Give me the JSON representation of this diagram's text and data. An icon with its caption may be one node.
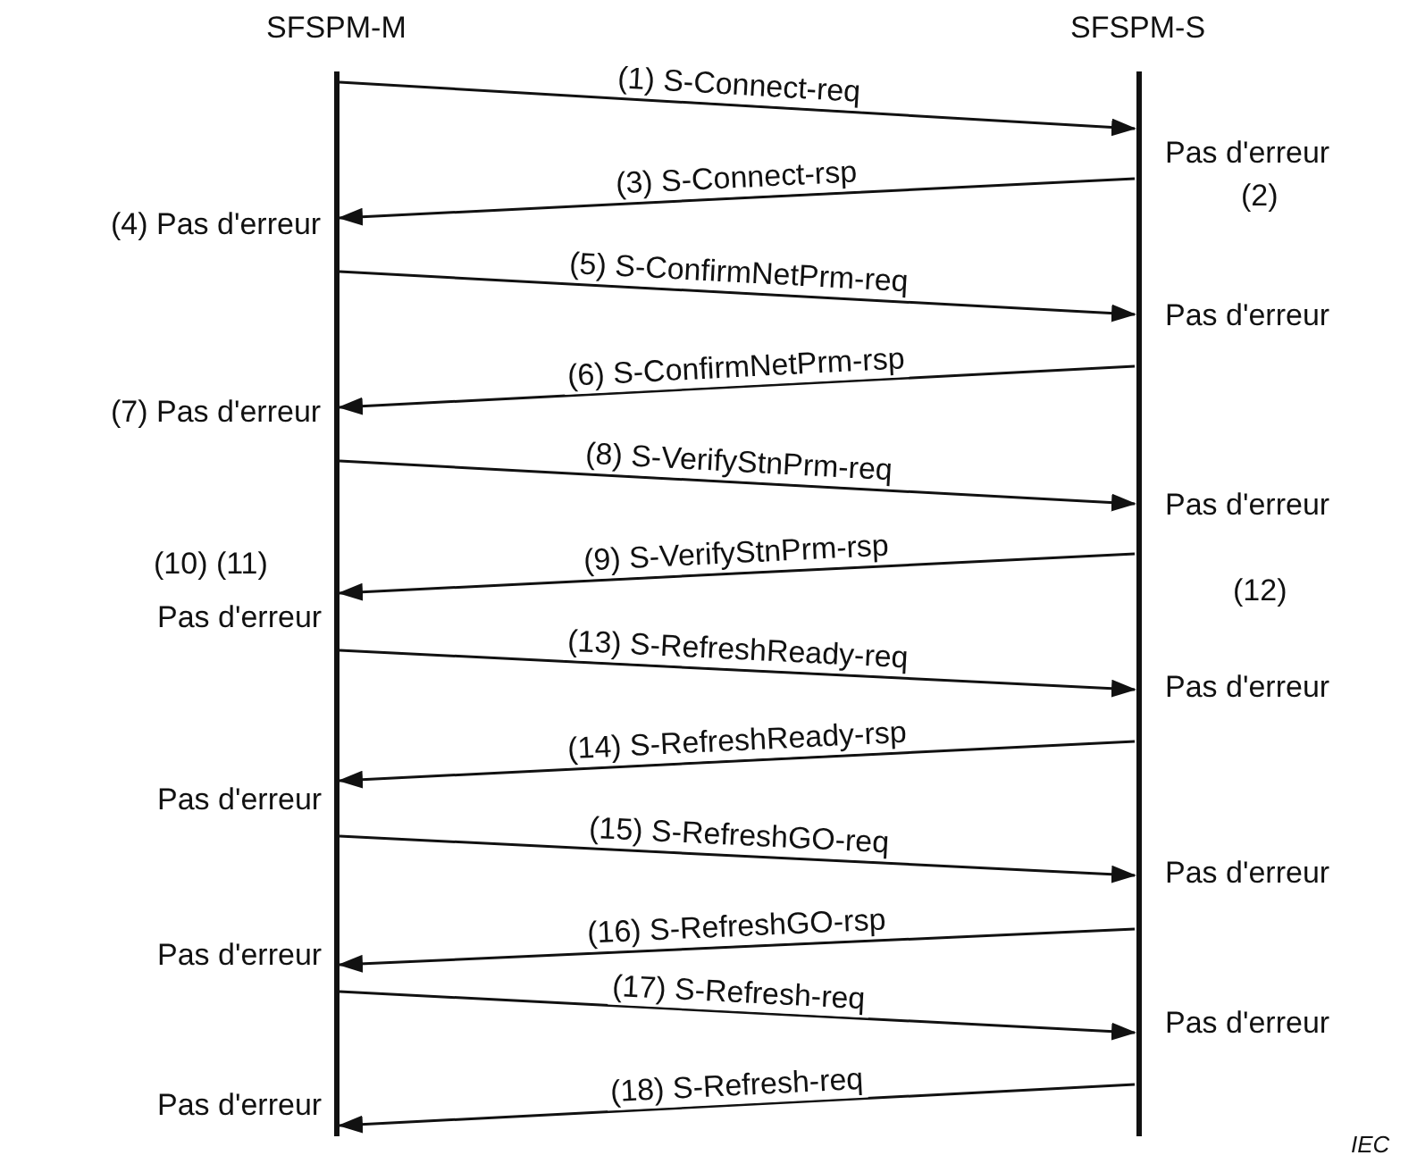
{
  "diagram": {
    "nodes": [
      {
        "text": [
          "SFSPM-M"
        ]
      },
      {
        "text": [
          "SFSPM-S"
        ]
      }
    ],
    "edges": [
      {
        "from": 0,
        "to": 1,
        "arrow": "to",
        "label": "(1) S-Connect-req"
      },
      {
        "from": 1,
        "to": 0,
        "arrow": "to",
        "label": "(3) S-Connect-rsp"
      },
      {
        "from": 0,
        "to": 1,
        "arrow": "to",
        "label": "(5) S-ConfirmNetPrm-req"
      },
      {
        "from": 1,
        "to": 0,
        "arrow": "to",
        "label": "(6) S-ConfirmNetPrm-rsp"
      },
      {
        "from": 0,
        "to": 1,
        "arrow": "to",
        "label": "(8) S-VerifyStnPrm-req"
      },
      {
        "from": 1,
        "to": 0,
        "arrow": "to",
        "label": "(9) S-VerifyStnPrm-rsp"
      },
      {
        "from": 0,
        "to": 1,
        "arrow": "to",
        "label": "(13) S-RefreshReady-req"
      },
      {
        "from": 1,
        "to": 0,
        "arrow": "to",
        "label": "(14) S-RefreshReady-rsp"
      },
      {
        "from": 0,
        "to": 1,
        "arrow": "to",
        "label": "(15) S-RefreshGO-req"
      },
      {
        "from": 1,
        "to": 0,
        "arrow": "to",
        "label": "(16) S-RefreshGO-rsp"
      },
      {
        "from": 0,
        "to": 1,
        "arrow": "to",
        "label": "(17) S-Refresh-req"
      },
      {
        "from": 1,
        "to": 0,
        "arrow": "to",
        "label": "(18) S-Refresh-req"
      }
    ],
    "labels": [
      "Pas d'erreur",
      "(2)",
      "(4) Pas d'erreur",
      "Pas d'erreur",
      "(7) Pas d'erreur",
      "Pas d'erreur",
      "(10) (11)",
      "(12)",
      "Pas d'erreur",
      "Pas d'erreur",
      "Pas d'erreur",
      "Pas d'erreur",
      "Pas d'erreur",
      "Pas d'erreur",
      "Pas d'erreur",
      "IEC"
    ]
  }
}
